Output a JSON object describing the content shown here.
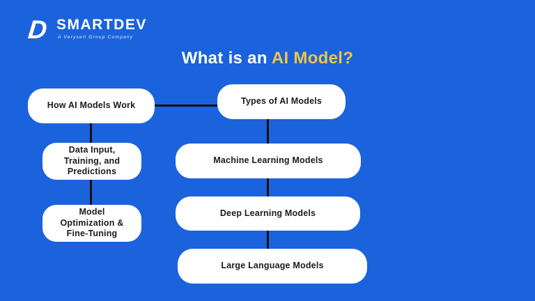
{
  "colors": {
    "background": "#1B63DC",
    "accent_yellow": "#F2C643",
    "node_fill": "#FFFFFF",
    "node_text": "#1B1B1B",
    "connector": "#0D0D0D"
  },
  "logo": {
    "icon": "smartdev-d-logo",
    "glyph": "D",
    "name": "SMARTDEV",
    "tagline": "A Verysell Group Company"
  },
  "title": {
    "prefix": "What is an ",
    "highlight": "AI Model?"
  },
  "diagram": {
    "nodes": [
      {
        "id": "how-ai-models-work",
        "label": "How AI Models Work"
      },
      {
        "id": "types-of-ai-models",
        "label": "Types of AI Models"
      },
      {
        "id": "data-input-training-predictions",
        "label": "Data Input, Training, and Predictions"
      },
      {
        "id": "model-optimization-fine-tuning",
        "label": "Model Optimization & Fine-Tuning"
      },
      {
        "id": "machine-learning-models",
        "label": "Machine Learning Models"
      },
      {
        "id": "deep-learning-models",
        "label": "Deep Learning Models"
      },
      {
        "id": "large-language-models",
        "label": "Large Language Models"
      }
    ],
    "edges": [
      {
        "from": "how-ai-models-work",
        "to": "types-of-ai-models"
      },
      {
        "from": "how-ai-models-work",
        "to": "data-input-training-predictions"
      },
      {
        "from": "data-input-training-predictions",
        "to": "model-optimization-fine-tuning"
      },
      {
        "from": "types-of-ai-models",
        "to": "machine-learning-models"
      },
      {
        "from": "machine-learning-models",
        "to": "deep-learning-models"
      },
      {
        "from": "deep-learning-models",
        "to": "large-language-models"
      }
    ]
  }
}
